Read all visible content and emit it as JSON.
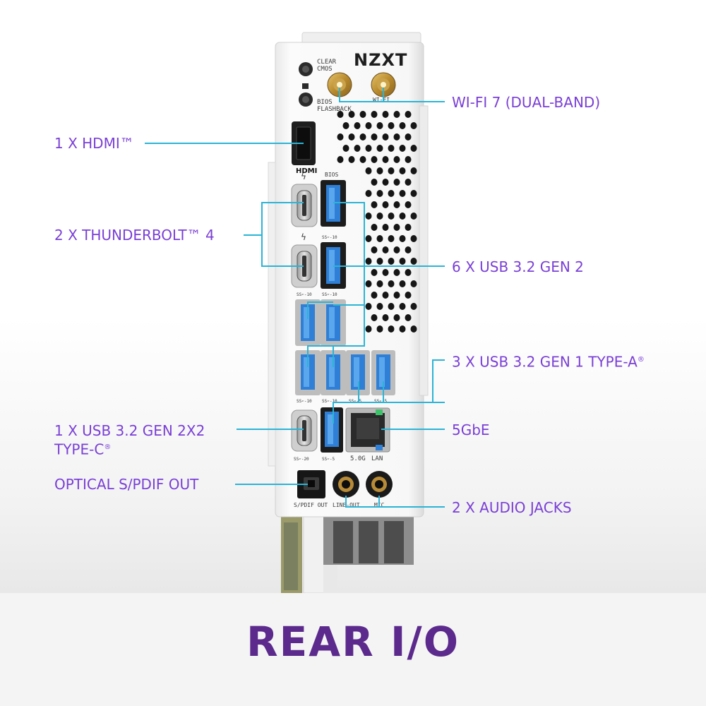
{
  "panel": {
    "brand": "NZXT",
    "clear_cmos": "CLEAR",
    "clear_cmos_2": "CMOS",
    "bios_flashback": "BIOS",
    "bios_flashback_2": "FLASHBACK",
    "wifi": "WI-FI",
    "hdmi_logo": "HDMI",
    "bios_port": "BIOS",
    "tb_symbol": "ϟ",
    "ss10": "SS➢-10",
    "ss5": "SS➢-5",
    "ss20": "SS➢-20",
    "lan_speed": "5.0G",
    "lan": "LAN",
    "spdif": "S/PDIF OUT",
    "line_out": "LINE-OUT",
    "mic": "MIC"
  },
  "labels": {
    "wifi": "WI-FI 7 (DUAL-BAND)",
    "hdmi": "1 X HDMI™",
    "thunderbolt": "2 X THUNDERBOLT™ 4",
    "usb_gen2": "6 X USB 3.2 GEN 2",
    "usb_gen1": "3 X USB 3.2 GEN 1 TYPE-A",
    "usb_gen1_mark": "®",
    "usb_2x2_line1": "1 X USB 3.2 GEN 2X2",
    "usb_2x2_line2": "TYPE-C",
    "usb_2x2_mark": "®",
    "lan": "5GbE",
    "spdif": "OPTICAL S/PDIF OUT",
    "audio": "2 X AUDIO JACKS"
  },
  "title": "REAR I/O",
  "colors": {
    "label": "#7a3fd6",
    "title": "#5b2a8c",
    "leader": "#2bb4d6",
    "usb_blue": "#2f7fd6"
  }
}
